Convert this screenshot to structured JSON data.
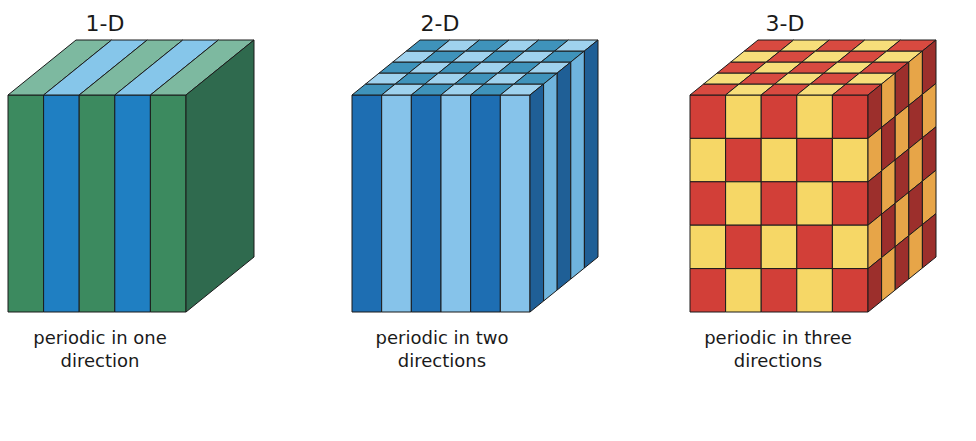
{
  "diagram": {
    "labels": [
      "1-D",
      "periodic in one direction",
      "2-D",
      "periodic in two directions",
      "3-D",
      "periodic in three directions"
    ]
  }
}
